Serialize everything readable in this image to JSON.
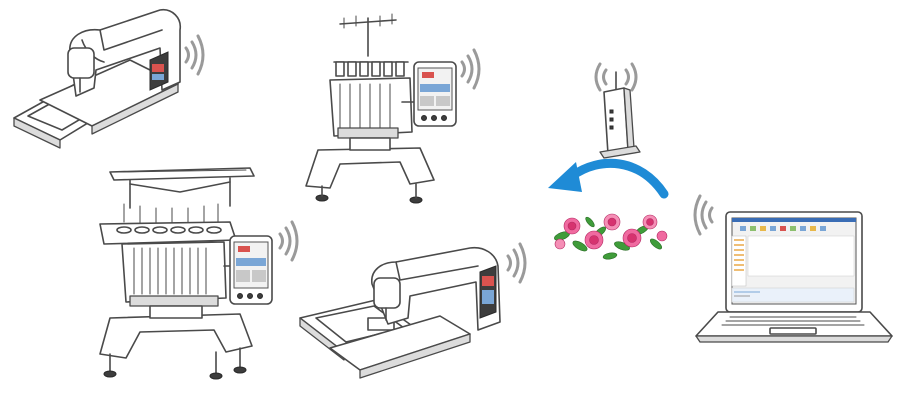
{
  "colors": {
    "arrow": "#1f8bd6",
    "arrow_dark": "#1460a8",
    "wave": "#9a9a9a",
    "outline": "#4a4a4a",
    "flower_pink": "#f06aa0",
    "flower_deep": "#d6336f",
    "leaf": "#3f9c3a"
  },
  "icons": {
    "router": "wireless-router-icon",
    "laptop": "laptop-icon",
    "signal": "wifi-signal-icon",
    "arrow": "curved-arrow-icon",
    "embroidery": "floral-embroidery-pattern"
  },
  "machines": [
    {
      "id": "sewing-embroidery-combo",
      "label": "",
      "kind": "single-needle"
    },
    {
      "id": "six-needle-embroidery",
      "label": "",
      "kind": "multi-needle-6"
    },
    {
      "id": "ten-needle-embroidery",
      "label": "",
      "kind": "multi-needle-10"
    },
    {
      "id": "embroidery-only",
      "label": "",
      "kind": "single-needle"
    }
  ]
}
